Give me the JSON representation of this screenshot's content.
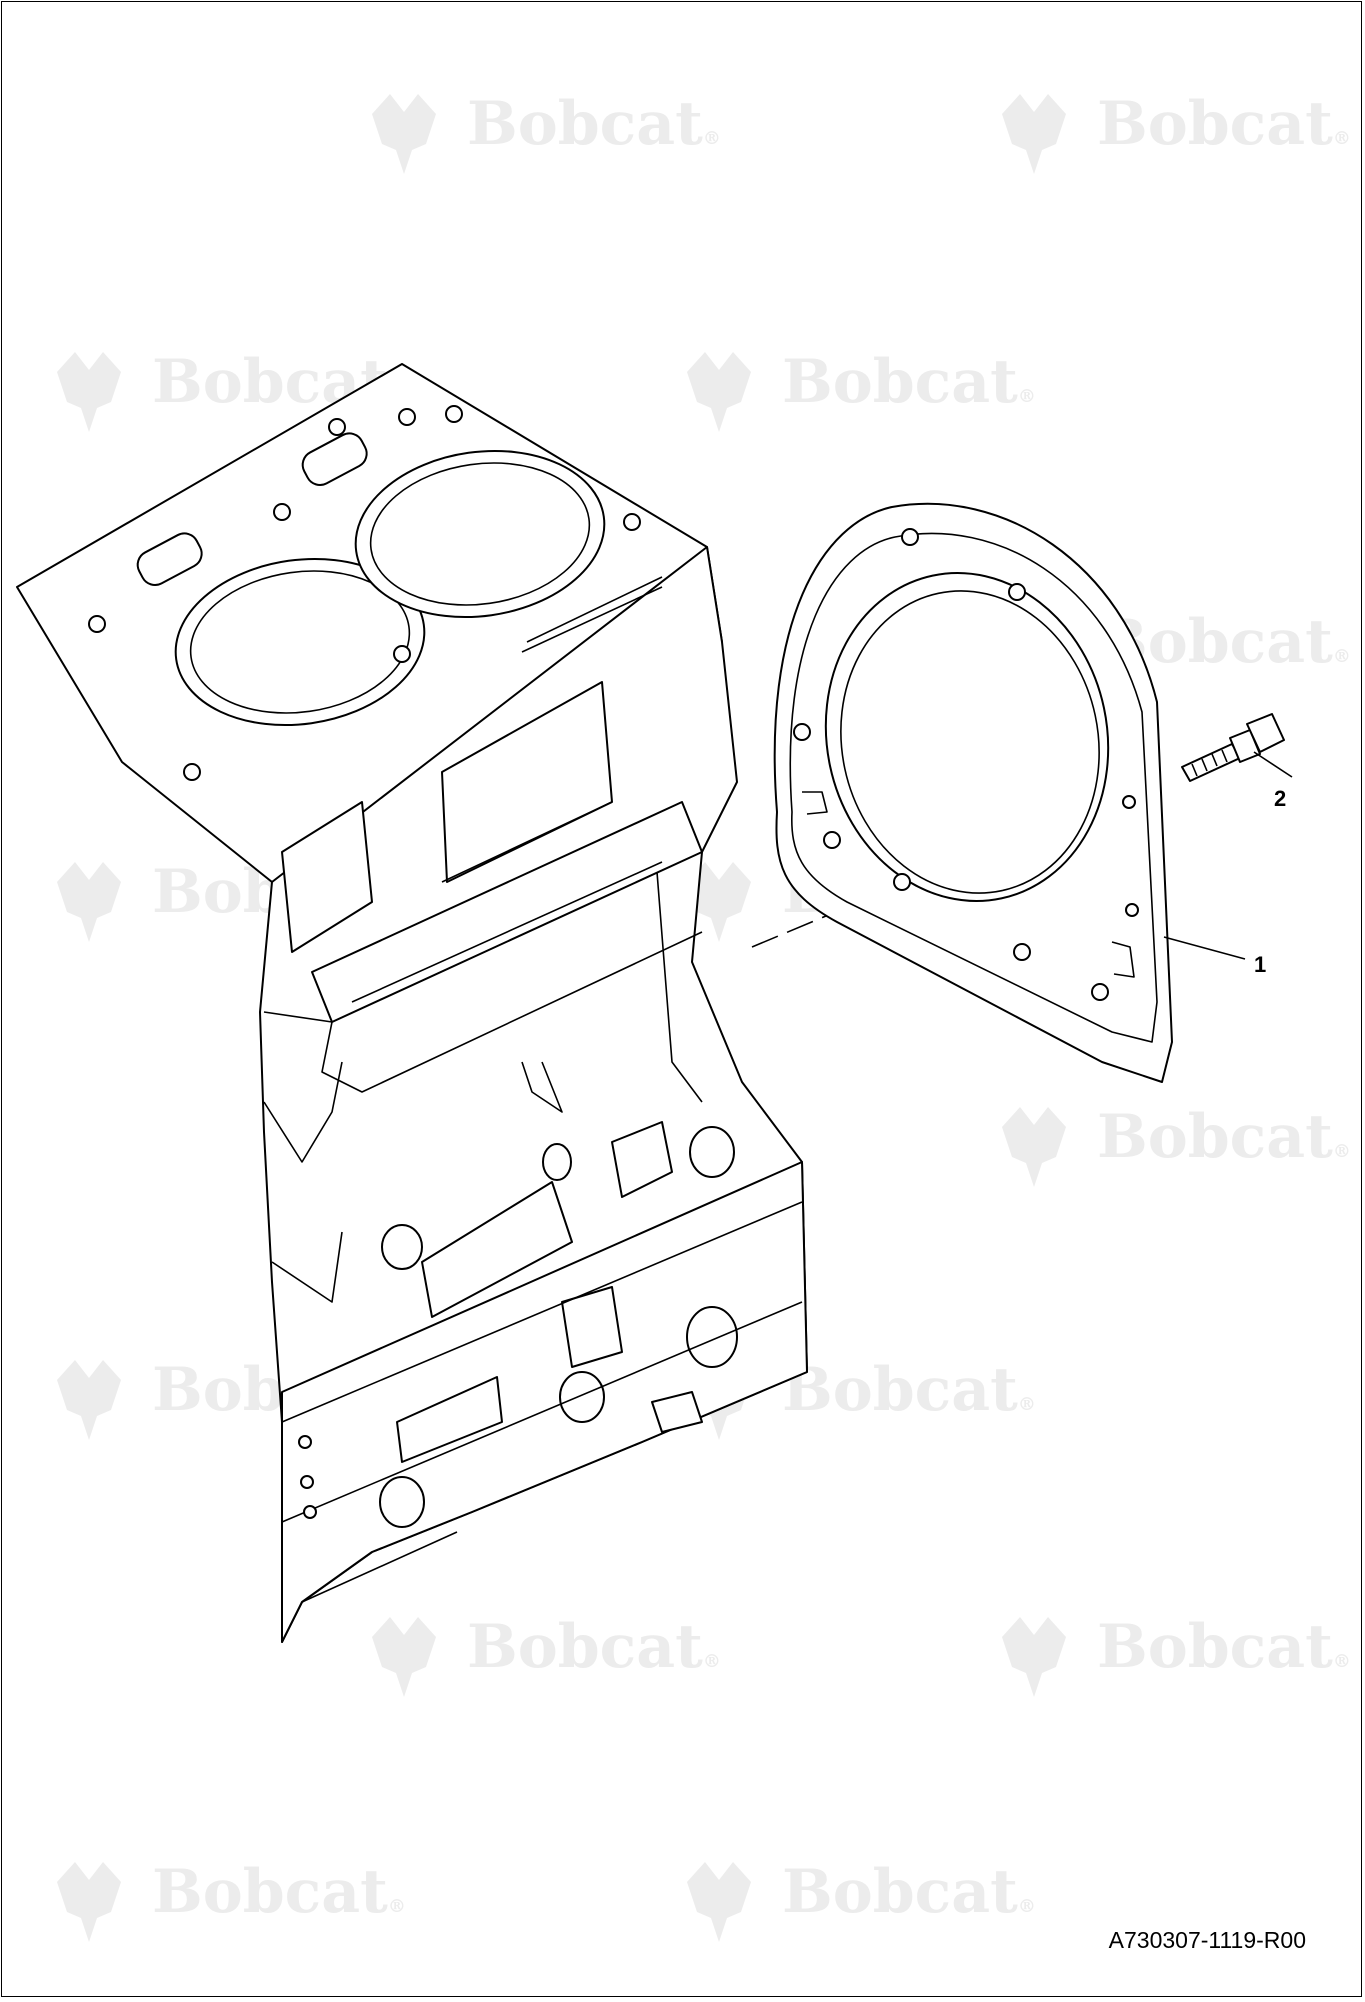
{
  "watermark": {
    "brand": "Bobcat",
    "registered_mark": "®",
    "color": "#ececec"
  },
  "callouts": [
    {
      "id": "1",
      "label": "1"
    },
    {
      "id": "2",
      "label": "2"
    }
  ],
  "document_reference": "A730307-1119-R00",
  "parts": {
    "engine_block": "engine-block",
    "rear_seal_housing": "rear-oil-seal-housing",
    "bolt": "bolt"
  }
}
